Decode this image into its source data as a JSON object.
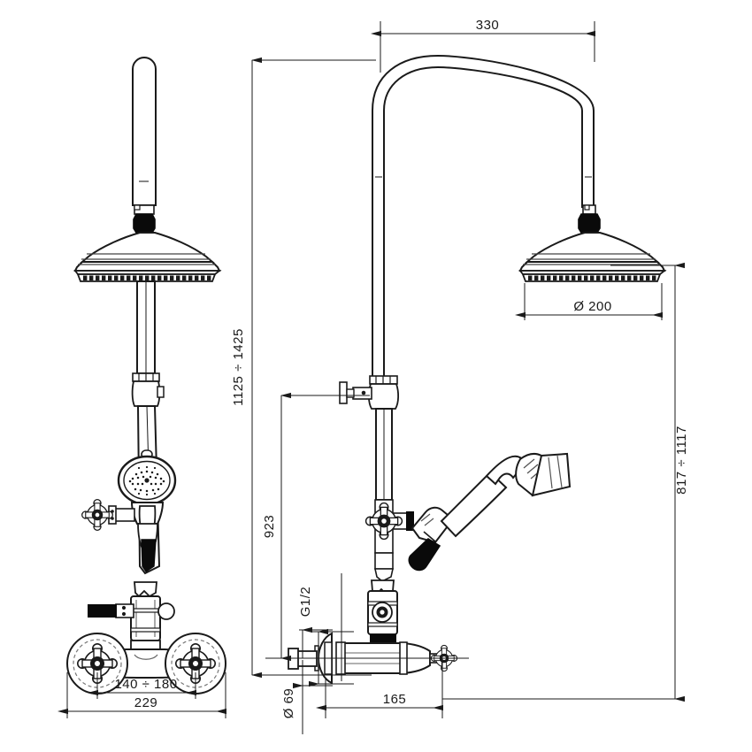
{
  "drawing": {
    "title": "Shower column technical drawing",
    "views": [
      {
        "name": "front-view",
        "label": ""
      },
      {
        "name": "side-view",
        "label": ""
      }
    ],
    "line_color": "#1a1a1a",
    "background_color": "#ffffff",
    "fill_color": "#ffffff",
    "accent_color": "#000000"
  },
  "dimensions": {
    "width_330": "330",
    "diameter_200": "Ø  200",
    "height_1125_1425": "1125 ÷ 1425",
    "height_817_1117": "817 ÷ 1117",
    "height_923": "923",
    "thread_g12": "G1/2",
    "diameter_69": "Ø  69",
    "depth_165": "165",
    "centers_140_180": "140 ÷ 180",
    "width_229": "229"
  },
  "components": {
    "rain_shower_head": "rain-shower-head",
    "riser_pipe": "riser-pipe",
    "swan_neck_arm": "swan-neck-arm",
    "hand_shower": "hand-shower",
    "diverter_valve": "diverter-valve",
    "cross_handle": "cross-handle",
    "thermostatic_mixer_body": "thermostatic-mixer-body",
    "wall_flange": "wall-flange",
    "temperature_handle": "temperature-handle",
    "volume_handle": "volume-handle",
    "hose_connector": "hose-connector",
    "wall_elbow": "wall-elbow",
    "slide_bracket": "slide-bracket"
  }
}
